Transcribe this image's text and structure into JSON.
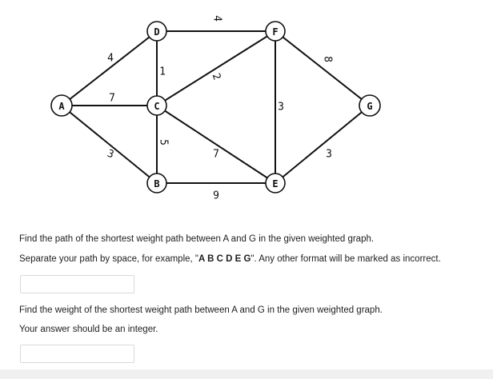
{
  "graph": {
    "nodes": [
      {
        "id": "A",
        "label": "A"
      },
      {
        "id": "B",
        "label": "B"
      },
      {
        "id": "C",
        "label": "C"
      },
      {
        "id": "D",
        "label": "D"
      },
      {
        "id": "E",
        "label": "E"
      },
      {
        "id": "F",
        "label": "F"
      },
      {
        "id": "G",
        "label": "G"
      }
    ],
    "edges": [
      {
        "from": "A",
        "to": "D",
        "weight": "4"
      },
      {
        "from": "A",
        "to": "C",
        "weight": "7"
      },
      {
        "from": "A",
        "to": "B",
        "weight": "3"
      },
      {
        "from": "D",
        "to": "F",
        "weight": "4"
      },
      {
        "from": "D",
        "to": "C",
        "weight": "1"
      },
      {
        "from": "C",
        "to": "F",
        "weight": "2"
      },
      {
        "from": "C",
        "to": "B",
        "weight": "5"
      },
      {
        "from": "C",
        "to": "E",
        "weight": "7"
      },
      {
        "from": "B",
        "to": "E",
        "weight": "9"
      },
      {
        "from": "F",
        "to": "E",
        "weight": "3"
      },
      {
        "from": "F",
        "to": "G",
        "weight": "8"
      },
      {
        "from": "E",
        "to": "G",
        "weight": "3"
      }
    ]
  },
  "question1": {
    "line1": "Find the path of the shortest weight path between A and G in the given weighted graph.",
    "line2_prefix": "Separate your path by space, for example, \"",
    "line2_example": "A B C D E G",
    "line2_suffix": "\". Any other format will be marked as incorrect.",
    "answer_value": ""
  },
  "question2": {
    "line1": "Find the weight of the shortest weight path between A and G in the given weighted graph.",
    "line2": "Your answer should be an integer.",
    "answer_value": ""
  }
}
